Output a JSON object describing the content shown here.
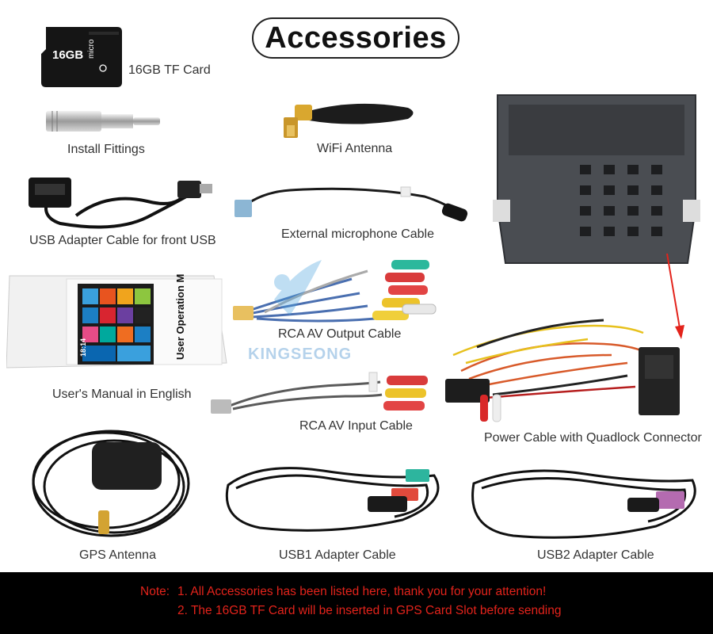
{
  "title": "Accessories",
  "watermark": "KINGSEONG",
  "sd_card": {
    "size": "16GB",
    "brand": "micro"
  },
  "manual_cover": {
    "title": "User Operation Manual",
    "time": "18:14"
  },
  "items": {
    "tf_card": "16GB TF Card",
    "install_fittings": "Install Fittings",
    "wifi_antenna": "WiFi Antenna",
    "usb_front": "USB Adapter Cable for front USB",
    "microphone": "External microphone Cable",
    "rca_output": "RCA AV Output Cable",
    "manual": "User's Manual in English",
    "rca_input": "RCA AV Input Cable",
    "power_cable": "Power Cable with Quadlock Connector",
    "gps": "GPS Antenna",
    "usb1": "USB1 Adapter Cable",
    "usb2": "USB2 Adapter Cable"
  },
  "footer": {
    "note_label": "Note:",
    "line1": "1. All Accessories has been listed here, thank you for your attention!",
    "line2": "2. The 16GB TF Card will be inserted in GPS Card Slot before sending"
  },
  "colors": {
    "accent_red": "#e3231b",
    "footer_bg": "#000000"
  }
}
